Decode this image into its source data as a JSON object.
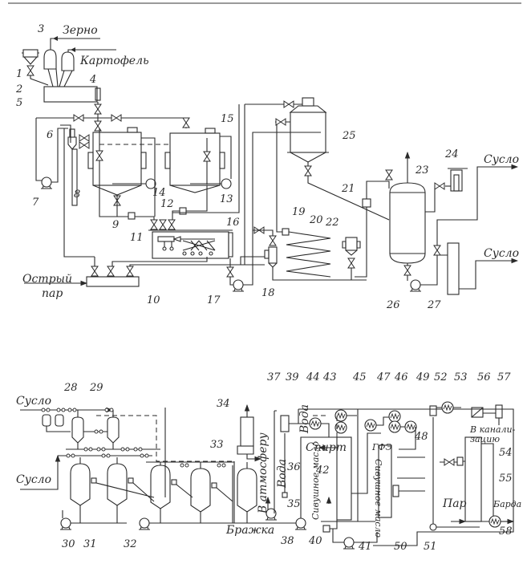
{
  "diagram": {
    "title": "Технологическая схема производства спирта из крахмалистого сырья",
    "flow_labels": {
      "grain": "Зерно",
      "potato": "Картофель",
      "live_steam_1": "Острый",
      "live_steam_2": "пар",
      "wort_out_1": "Сусло",
      "wort_out_2": "Сусло",
      "wort_in_1": "Сусло",
      "wort_in_2": "Сусло",
      "to_atmosphere": "В атмосферу",
      "mash": "Бражка",
      "water_1": "Вода",
      "water_2": "Вода",
      "spirit": "Спирт",
      "fusel_oil_1": "Сивушное масло",
      "fusel_oil_2": "Сивушное масло",
      "head_fraction": "ГФЭ",
      "to_sewer_1": "В канали-",
      "to_sewer_2": "зацию",
      "steam": "Пар",
      "stillage": "Барда"
    },
    "numbers": [
      "1",
      "2",
      "3",
      "4",
      "5",
      "6",
      "7",
      "8",
      "9",
      "10",
      "11",
      "12",
      "13",
      "14",
      "15",
      "16",
      "17",
      "18",
      "19",
      "20",
      "21",
      "22",
      "23",
      "24",
      "25",
      "26",
      "27",
      "28",
      "29",
      "30",
      "31",
      "32",
      "33",
      "34",
      "35",
      "36",
      "37",
      "38",
      "39",
      "40",
      "41",
      "42",
      "43",
      "44",
      "45",
      "46",
      "47",
      "48",
      "49",
      "50",
      "51",
      "52",
      "53",
      "54",
      "55",
      "56",
      "57",
      "58"
    ]
  }
}
